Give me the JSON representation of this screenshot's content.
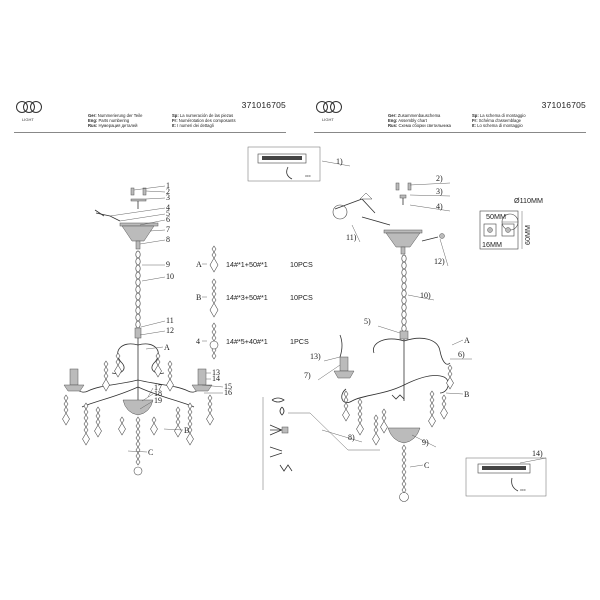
{
  "left": {
    "code": "371016705",
    "legend": [
      [
        "Ger:",
        "Nummerierung der Teile",
        "Sp:",
        "La numeración de las piezas"
      ],
      [
        "Eng:",
        "Parts numbering",
        "Fr:",
        "Numérotation des composants"
      ],
      [
        "Rus:",
        "Нумерация деталей",
        "It:",
        "I numeri dei dettagli"
      ]
    ],
    "callouts": [
      "1",
      "2",
      "3",
      "4",
      "5",
      "6",
      "7",
      "8",
      "9",
      "10",
      "11",
      "12",
      "13",
      "14",
      "15",
      "16",
      "17",
      "18",
      "19"
    ],
    "letters": [
      "A",
      "B",
      "C"
    ],
    "parts": [
      {
        "id": "A",
        "text": "14#*1+50#*1",
        "qty": "10PCS"
      },
      {
        "id": "B",
        "text": "14#*3+50#*1",
        "qty": "10PCS"
      },
      {
        "id": "4",
        "text": "14#*5+40#*1",
        "qty": "1PCS"
      }
    ]
  },
  "right": {
    "code": "371016705",
    "legend": [
      [
        "Ger:",
        "Zusammenbauschema",
        "Sp:",
        "La schema di montaggio"
      ],
      [
        "Eng:",
        "Assembly chart",
        "Fr:",
        "Schéma d'assemblage"
      ],
      [
        "Rus:",
        "Схема сборки светильника",
        "It:",
        "Lo schema di montaggio"
      ]
    ],
    "callouts": [
      "1)",
      "2)",
      "3)",
      "4)",
      "5)",
      "6)",
      "7)",
      "8)",
      "9)",
      "10)",
      "11)",
      "12)",
      "13)",
      "14)"
    ],
    "letters": [
      "A",
      "B",
      "C"
    ],
    "dims": {
      "diameter": "Ø110MM",
      "w1": "50MM",
      "w2": "16MM",
      "h": "60MM"
    }
  }
}
